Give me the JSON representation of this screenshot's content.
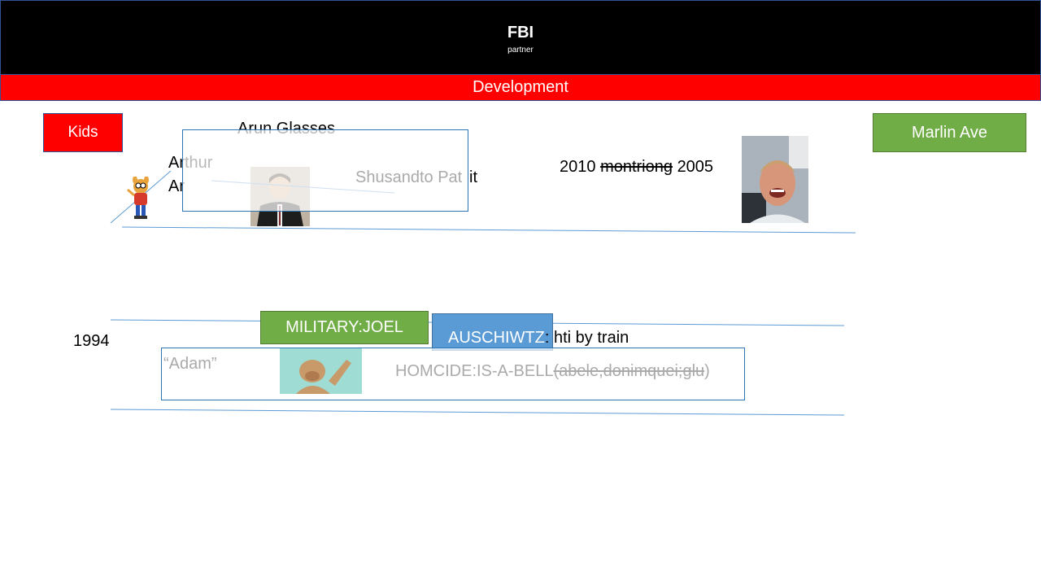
{
  "header": {
    "title": "FBI",
    "subtitle": "partner"
  },
  "dev_bar": {
    "label": "Development"
  },
  "kids": {
    "label": "Kids"
  },
  "marlin": {
    "label": "Marlin Ave"
  },
  "top_row": {
    "arun_label": "Arun Glasses",
    "arthur_line1": "Arthur",
    "arthur_line2": "Ar",
    "shusandto": "Shusandto Pat",
    "shusandto_tail": "it",
    "year_2010": "2010",
    "montriong": "montriong",
    "year_2005": "2005"
  },
  "bottom_row": {
    "year_1994": "1994",
    "military": "MILITARY:JOEL",
    "auschwitz": "AUSCHIWTZ",
    "auschwitz_rest": ": hti by train",
    "adam": "“Adam”",
    "homcide": "HOMCIDE:IS-A-BELL",
    "homcide_strike": "(abele,donimquei;glu",
    "homcide_close": ")"
  },
  "colors": {
    "header_bg": "#000000",
    "dev_bar_bg": "#ff0000",
    "kids_bg": "#ff0000",
    "marlin_bg": "#70ad47",
    "military_bg": "#70ad47",
    "auschwitz_bg": "#5b9bd5",
    "line_color": "#5b9bd5"
  },
  "icons": {
    "arthur": "arthur-cartoon-icon",
    "boy_photo": "boy-photo",
    "laughing_man_photo": "laughing-man-photo",
    "alf_photo": "alf-photo"
  }
}
